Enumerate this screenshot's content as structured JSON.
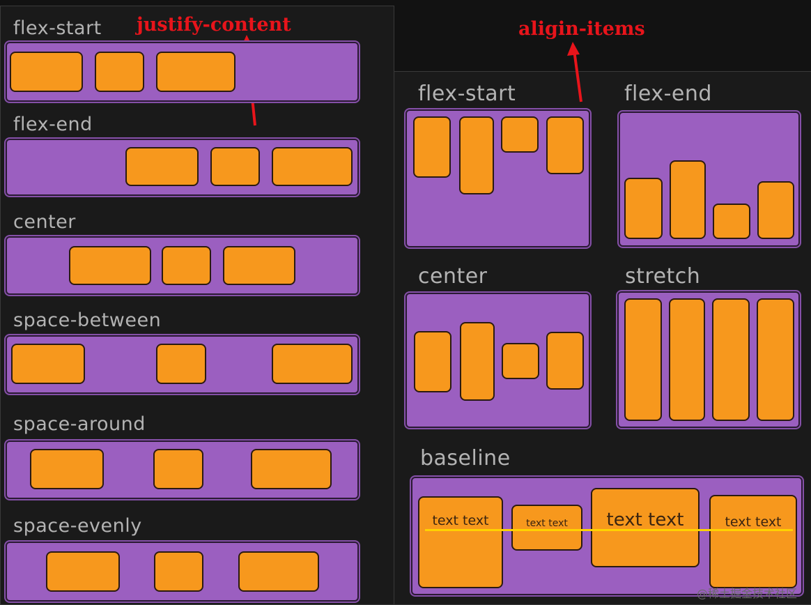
{
  "annotations": {
    "justify": "justify-content",
    "align": "aligin-items"
  },
  "justify_examples": [
    {
      "label": "flex-start"
    },
    {
      "label": "flex-end"
    },
    {
      "label": "center"
    },
    {
      "label": "space-between"
    },
    {
      "label": "space-around"
    },
    {
      "label": "space-evenly"
    }
  ],
  "align_examples": {
    "flex_start": "flex-start",
    "flex_end": "flex-end",
    "center": "center",
    "stretch": "stretch",
    "baseline": "baseline"
  },
  "baseline_texts": [
    "text text",
    "text text",
    "text text",
    "text text"
  ],
  "watermark": "@稀土掘金技术社区",
  "colors": {
    "container": "#9b5fc0",
    "item": "#f7981d",
    "annotation": "#e8141b",
    "baseline_line": "#ffd200"
  }
}
